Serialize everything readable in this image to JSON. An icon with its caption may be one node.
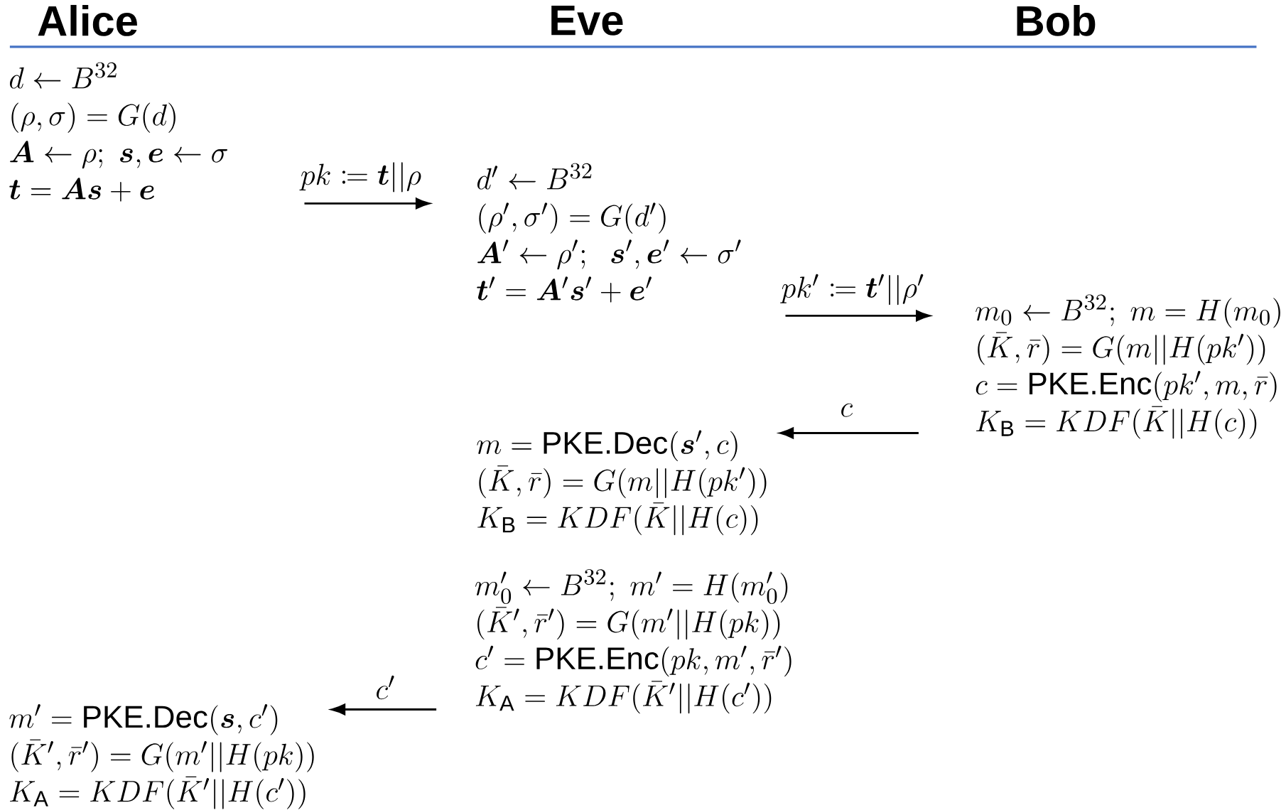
{
  "diagram": {
    "nodes": [
      {
        "text": [
          "d \\leftarrow B^{32}",
          "(\\rho,\\sigma) = G(d)",
          "\\boldsymbol{A} \\leftarrow \\rho;\\ \\boldsymbol{s},\\boldsymbol{e} \\leftarrow \\sigma",
          "\\boldsymbol{t} = \\boldsymbol{A}\\boldsymbol{s} + \\boldsymbol{e}"
        ]
      },
      {
        "text": [
          "d' \\leftarrow B^{32}",
          "(\\rho',\\sigma') = G(d')",
          "\\boldsymbol{A}' \\leftarrow \\rho';\\ \\ \\boldsymbol{s}',\\boldsymbol{e}' \\leftarrow \\sigma'",
          "\\boldsymbol{t}' = \\boldsymbol{A}'\\boldsymbol{s}' + \\boldsymbol{e}'"
        ]
      },
      {
        "text": [
          "m_0 \\leftarrow B^{32};\\ m = H(m_0)",
          "(\\bar{K},\\bar{r}) = G(m||H(pk'))",
          "c = \\text{PKE.Enc}(pk',m,\\bar{r})",
          "K_{\\mathrm{B}} = KDF(\\bar{K}||H(c))"
        ]
      },
      {
        "text": [
          "m = \\text{PKE.Dec}(\\boldsymbol{s}',c)",
          "(\\bar{K},\\bar{r}) = G(m||H(pk'))",
          "K_{\\mathrm{B}} = KDF(\\bar{K}||H(c))"
        ]
      },
      {
        "text": [
          "m_0' \\leftarrow B^{32};\\ m' = H(m_0')",
          "(\\bar{K}',\\bar{r}') = G(m'||H(pk))",
          "c' = \\text{PKE.Enc}(pk,m',\\bar{r}')",
          "K_{\\mathrm{A}} = KDF(\\bar{K}'||H(c'))"
        ]
      },
      {
        "text": [
          "m' = \\text{PKE.Dec}(\\boldsymbol{s},c')",
          "(\\bar{K}',\\bar{r}') = G(m'||H(pk))",
          "K_{\\mathrm{A}} = KDF(\\bar{K}'||H(c'))"
        ]
      }
    ],
    "edges": [
      {
        "from": 0,
        "to": 1,
        "arrow": "to",
        "label": "pk \\coloneqq \\boldsymbol{t}||\\rho"
      },
      {
        "from": 1,
        "to": 2,
        "arrow": "to",
        "label": "pk' \\coloneqq \\boldsymbol{t}'||\\rho'"
      },
      {
        "from": 2,
        "to": 3,
        "arrow": "to",
        "label": "c"
      },
      {
        "from": 4,
        "to": 5,
        "arrow": "to",
        "label": "c'"
      }
    ],
    "labels": [
      "Alice",
      "Eve",
      "Bob"
    ]
  }
}
